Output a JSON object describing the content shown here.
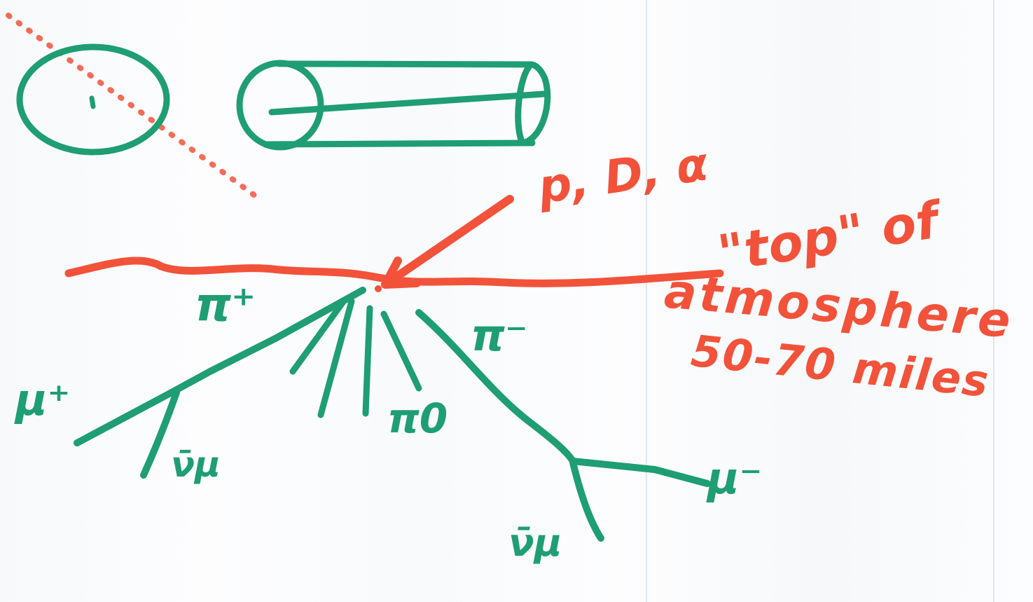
{
  "diagram": {
    "colors": {
      "incoming_and_atmosphere": "#f2523a",
      "particles_and_detectors": "#1e9e72",
      "board": "#fbfcfd"
    },
    "incoming_label": "p, D, α",
    "atmosphere_label": {
      "line1": "\"top\" of",
      "line2": "atmosphere",
      "line3": "50-70 miles"
    },
    "particles": {
      "pi_plus": "π⁺",
      "pi_minus": "π⁻",
      "pi_zero": "π0",
      "mu_plus": "μ⁺",
      "mu_minus": "μ⁻",
      "nu_mu": "ν̄μ",
      "nu_mu_bar": "ν̄μ"
    }
  }
}
